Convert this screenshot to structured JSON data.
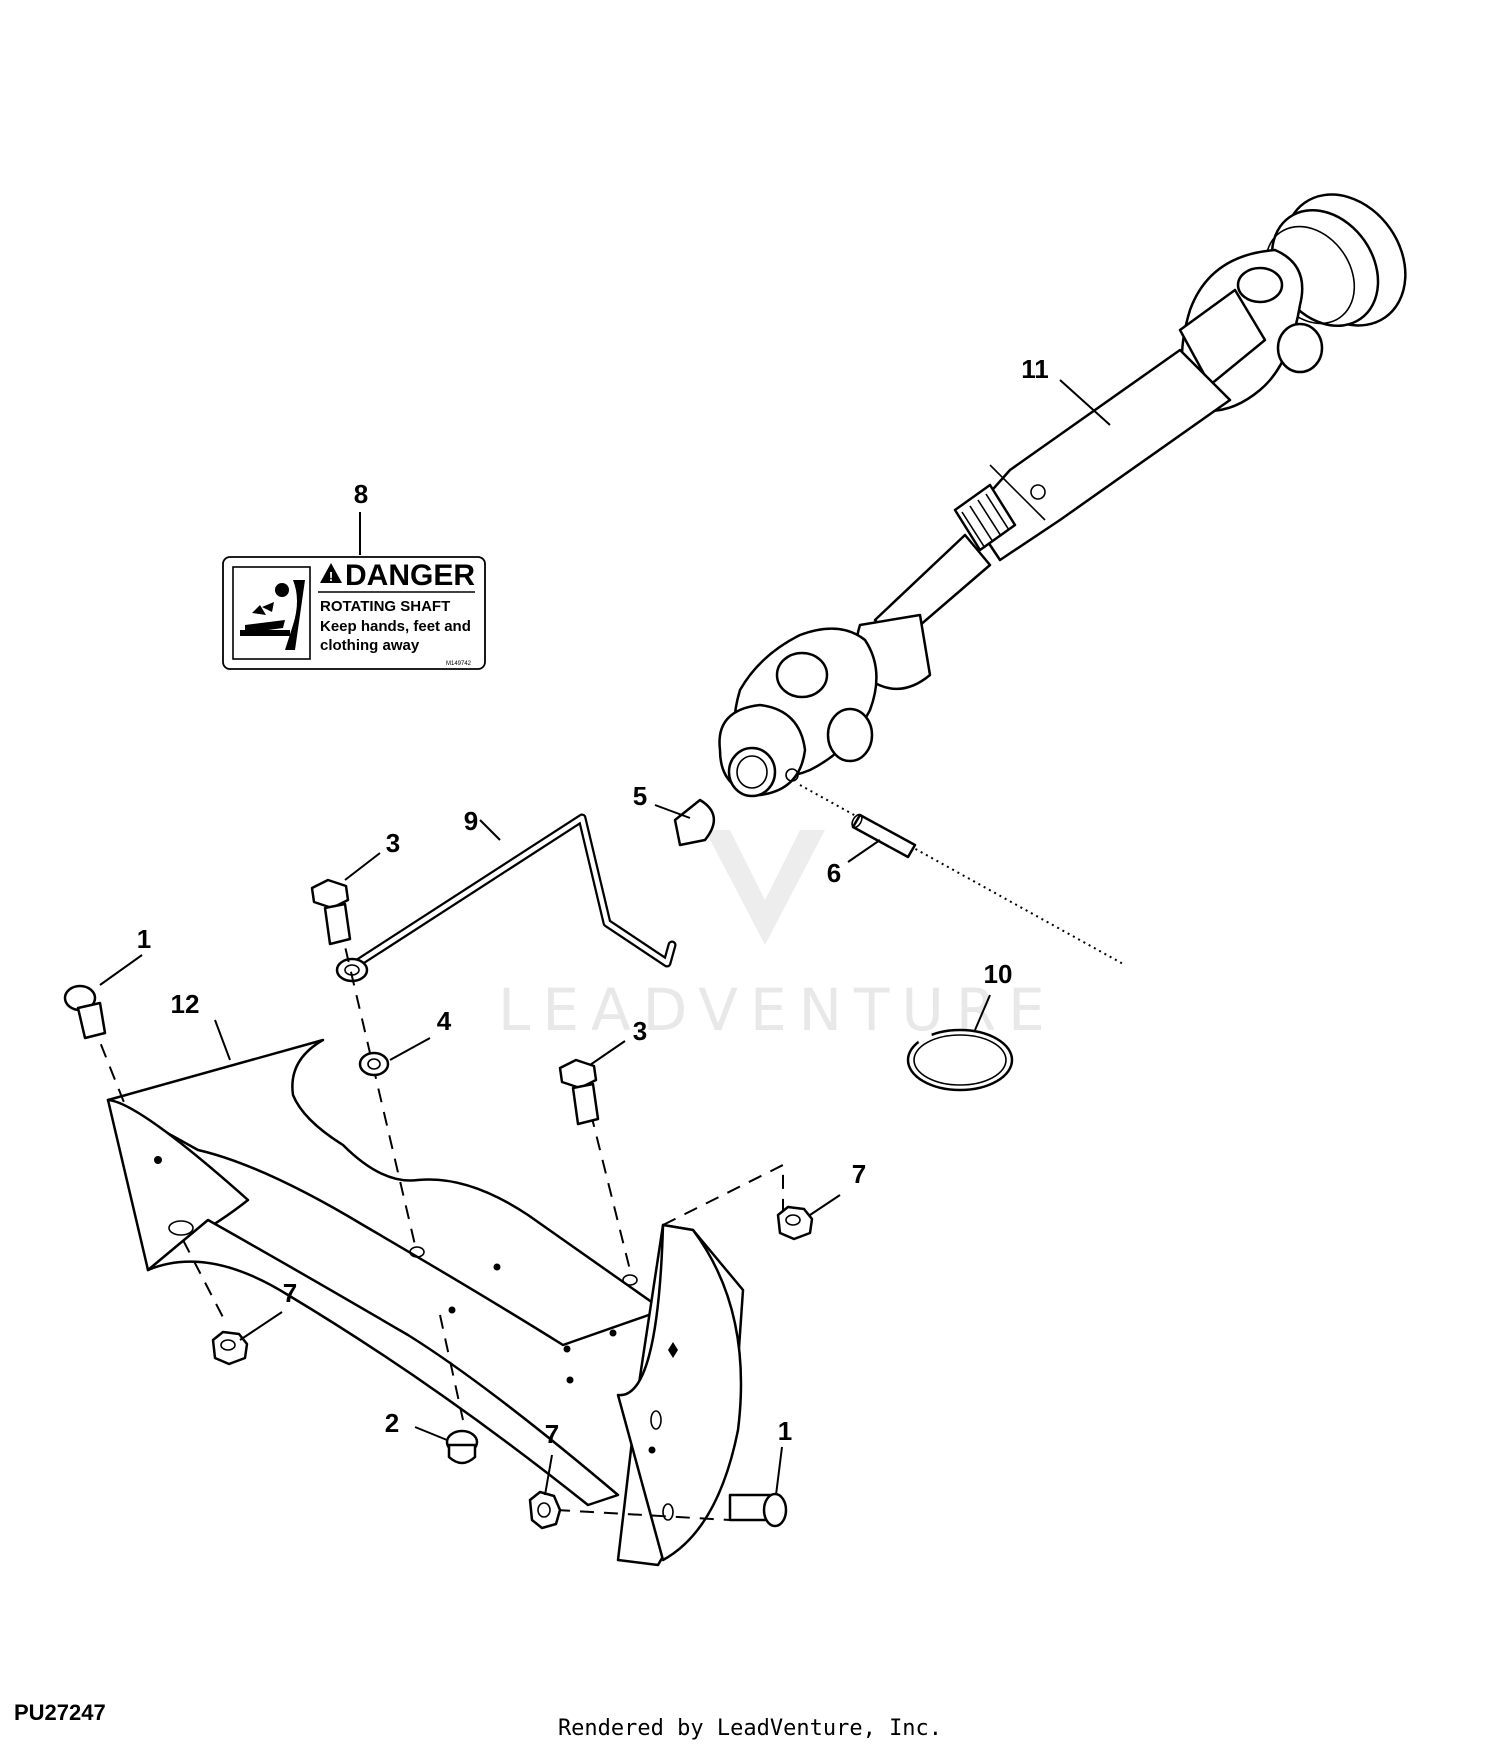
{
  "figure_code": "PU27247",
  "footer": "Rendered by LeadVenture, Inc.",
  "watermark": "LEADVENTURE",
  "decal": {
    "heading": "DANGER",
    "line1": "ROTATING SHAFT",
    "line2": "Keep hands, feet and",
    "line3": "clothing away",
    "part_code": "M149742"
  },
  "callouts": [
    "1",
    "1",
    "2",
    "3",
    "3",
    "4",
    "5",
    "6",
    "7",
    "7",
    "7",
    "8",
    "9",
    "10",
    "11",
    "12"
  ]
}
